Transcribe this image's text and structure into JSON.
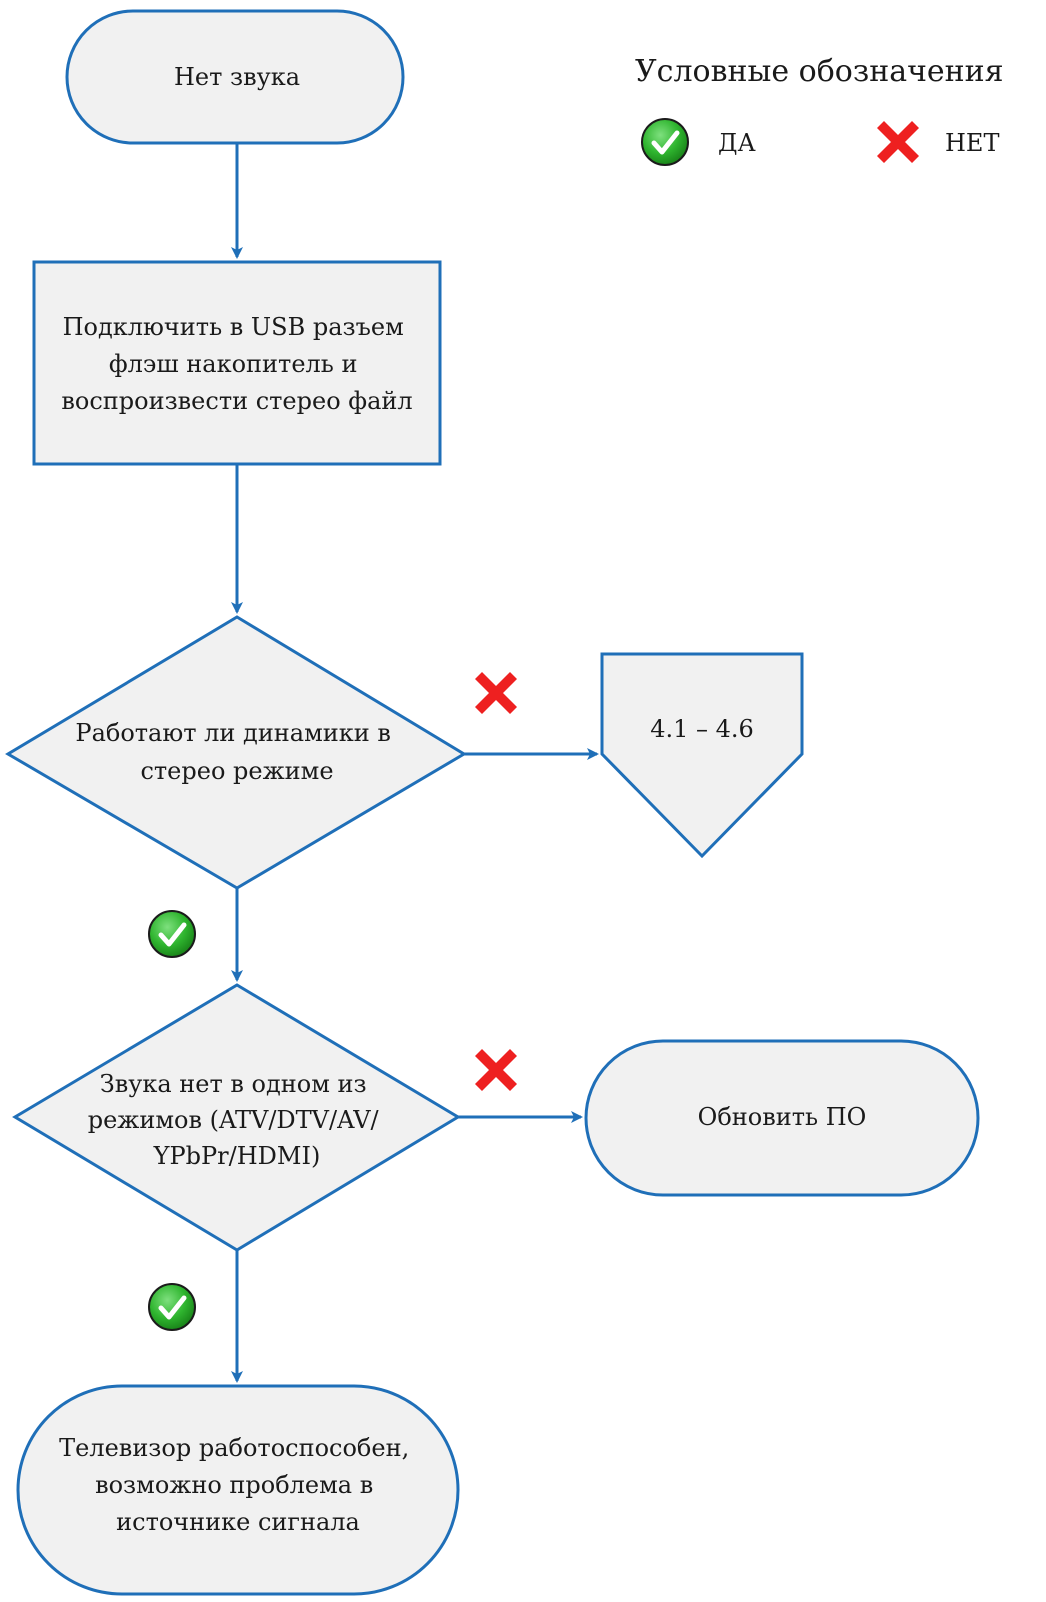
{
  "colors": {
    "stroke": "#1f6fb8",
    "node_fill": "#f1f1f1",
    "yes_green": "#2fb52f",
    "no_red": "#ee2020"
  },
  "legend": {
    "title": "Условные обозначения",
    "yes_label": "ДА",
    "no_label": "НЕТ",
    "yes_icon": "check-circle-icon",
    "no_icon": "cross-icon"
  },
  "nodes": {
    "start": {
      "lines": [
        "Нет звука"
      ]
    },
    "connect_usb": {
      "lines": [
        "Подключить в USB разъем",
        "флэш накопитель и",
        "воспроизвести стерео файл"
      ]
    },
    "speakers_stereo": {
      "lines": [
        "Работают ли динамики в",
        "стерео режиме"
      ]
    },
    "offpage_ref": {
      "lines": [
        "4.1 – 4.6"
      ]
    },
    "no_sound_mode": {
      "lines": [
        "Звука нет в одном из",
        "режимов (ATV/DTV/AV/",
        "YPbPr/HDMI)"
      ]
    },
    "update_fw": {
      "lines": [
        "Обновить ПО"
      ]
    },
    "tv_ok": {
      "lines": [
        "Телевизор работоспособен,",
        "возможно проблема в",
        "источнике сигнала"
      ]
    }
  }
}
